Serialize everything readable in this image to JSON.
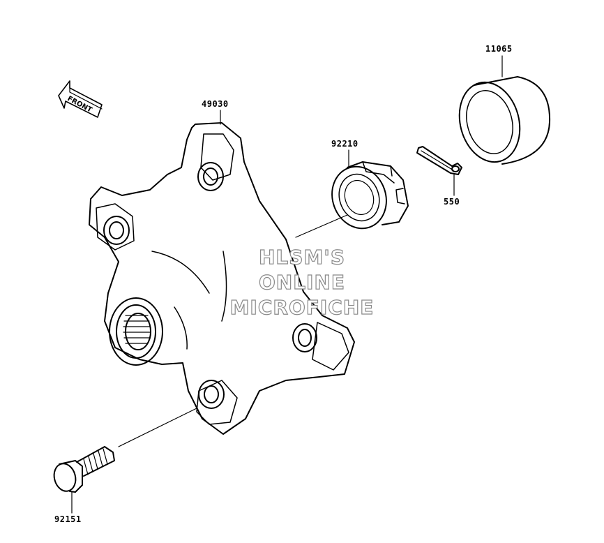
{
  "parts": [
    {
      "id": "p11065",
      "number": "11065"
    },
    {
      "id": "p49030",
      "number": "49030"
    },
    {
      "id": "p92210",
      "number": "92210"
    },
    {
      "id": "p550",
      "number": "550"
    },
    {
      "id": "p92151",
      "number": "92151"
    }
  ],
  "front_arrow": {
    "label": "FRONT"
  },
  "watermark": {
    "lines": [
      "HLSM'S",
      "ONLINE",
      "MICROFICHE"
    ]
  },
  "colors": {
    "line": "#000000",
    "background": "#ffffff",
    "watermark_outline": "#8a8a8a"
  }
}
